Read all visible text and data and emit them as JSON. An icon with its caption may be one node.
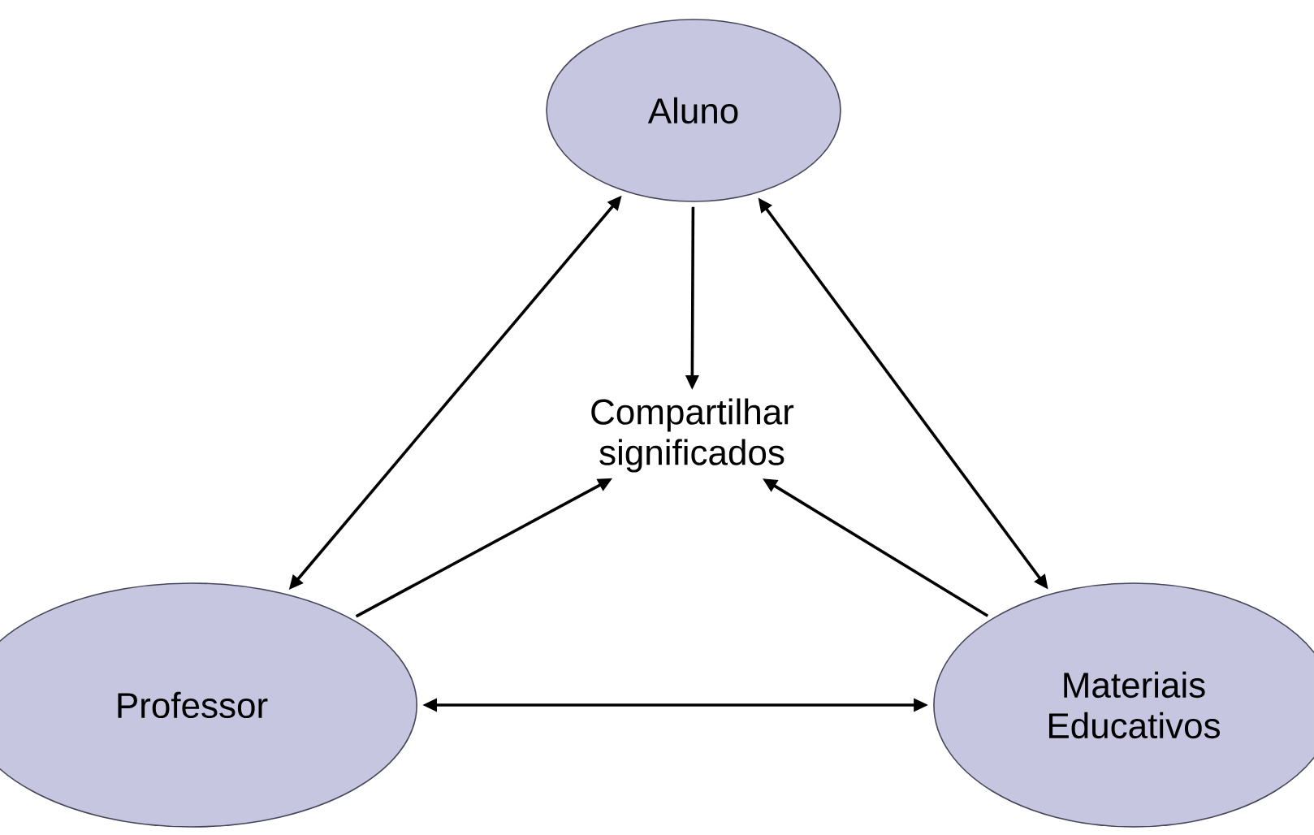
{
  "diagram": {
    "nodes": [
      {
        "text": [
          "Aluno"
        ]
      },
      {
        "text": [
          "Compartilhar significados"
        ]
      },
      {
        "text": [
          "Professor"
        ]
      },
      {
        "text": [
          "Materiais Educativos"
        ]
      }
    ],
    "edges": [
      {
        "from": 2,
        "to": 0,
        "arrow": "both"
      },
      {
        "from": 0,
        "to": 1,
        "arrow": "to"
      },
      {
        "from": 3,
        "to": 0,
        "arrow": "both"
      },
      {
        "from": 2,
        "to": 1,
        "arrow": "to"
      },
      {
        "from": 3,
        "to": 1,
        "arrow": "to"
      },
      {
        "from": 2,
        "to": 3,
        "arrow": "both"
      }
    ]
  }
}
